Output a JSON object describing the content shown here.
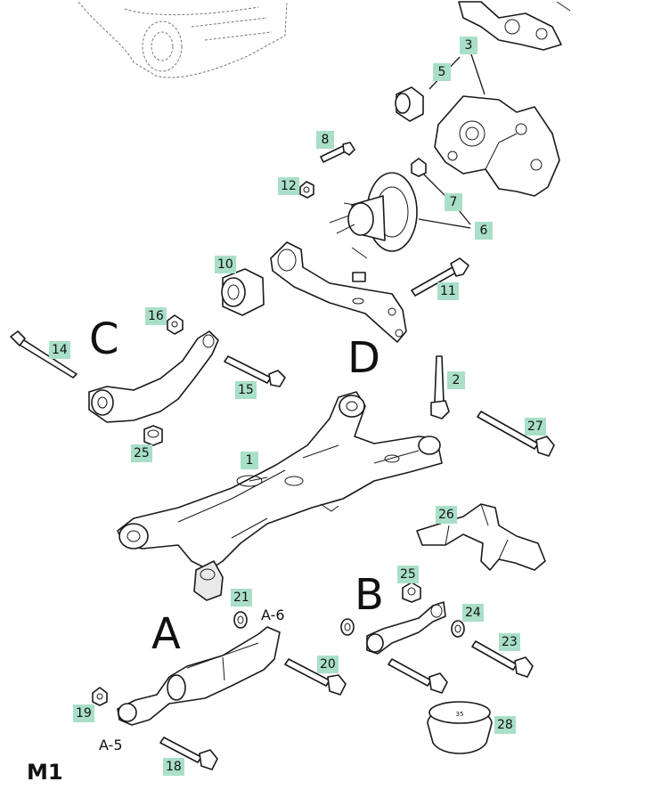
{
  "callouts": {
    "c1": "1",
    "c2": "2",
    "c3": "3",
    "c5": "5",
    "c6": "6",
    "c7": "7",
    "c8": "8",
    "c10": "10",
    "c11": "11",
    "c12": "12",
    "c14": "14",
    "c15": "15",
    "c16": "16",
    "c18": "18",
    "c19": "19",
    "c20": "20",
    "c21": "21",
    "c23": "23",
    "c24": "24",
    "c25a": "25",
    "c25b": "25",
    "c26": "26",
    "c27": "27",
    "c28": "28"
  },
  "groups": {
    "A": "A",
    "B": "B",
    "C": "C",
    "D": "D"
  },
  "sublabels": {
    "a5": "A-5",
    "a6": "A-6"
  },
  "figure_label": "M1",
  "cap_label": "35",
  "colors": {
    "callout_bg": "#a9dfc8",
    "line": "#1a1a1a"
  }
}
